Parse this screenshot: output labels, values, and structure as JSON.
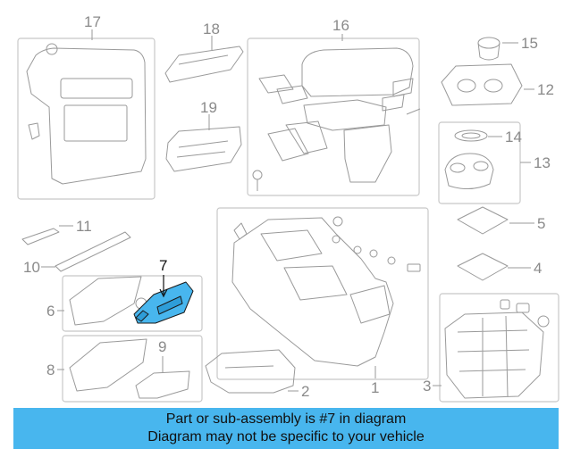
{
  "callouts": {
    "c1": "1",
    "c2": "2",
    "c3": "3",
    "c4": "4",
    "c5": "5",
    "c6": "6",
    "c7": "7",
    "c8": "8",
    "c9": "9",
    "c10": "10",
    "c11": "11",
    "c12": "12",
    "c13": "13",
    "c14": "14",
    "c15": "15",
    "c16": "16",
    "c17": "17",
    "c18": "18",
    "c19": "19"
  },
  "highlighted_part": "7",
  "colors": {
    "line_art": "#9a9a9a",
    "frame": "#c8c8c8",
    "highlight_fill": "#48b6ee",
    "banner": "#48b6ee"
  },
  "footer": {
    "line1": "Part or sub-assembly is #7 in diagram",
    "line2": "Diagram may not be specific to your vehicle"
  }
}
